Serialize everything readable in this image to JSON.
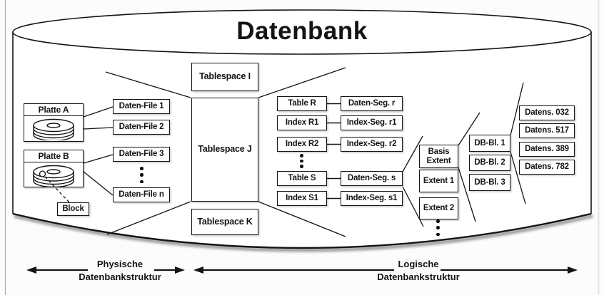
{
  "title": "Datenbank",
  "physical_section": {
    "disk_a_label": "Platte A",
    "disk_b_label": "Platte B",
    "block_label": "Block",
    "files": [
      "Daten-File 1",
      "Daten-File 2",
      "Daten-File 3",
      "Daten-File n"
    ]
  },
  "tablespaces": [
    "Tablespace I",
    "Tablespace J",
    "Tablespace K"
  ],
  "logical_section": {
    "objects": [
      "Table R",
      "Index R1",
      "Index R2",
      "Table S",
      "Index S1"
    ],
    "segments": [
      "Daten-Seg. r",
      "Index-Seg. r1",
      "Index-Seg. r2",
      "Daten-Seg. s",
      "Index-Seg. s1"
    ],
    "extents": [
      "Basis Extent",
      "Extent 1",
      "Extent 2"
    ],
    "db_blocks": [
      "DB-Bl. 1",
      "DB-Bl. 2",
      "DB-Bl. 3"
    ],
    "records": [
      "Datens. 032",
      "Datens. 517",
      "Datens. 389",
      "Datens. 782"
    ]
  },
  "footer": {
    "physical": {
      "line1": "Physische",
      "line2": "Datenbankstruktur"
    },
    "logical": {
      "line1": "Logische",
      "line2": "Datenbankstruktur"
    }
  },
  "colors": {
    "stroke": "#141414",
    "box_fill": "#ffffff",
    "background": "#fcfcfd"
  }
}
